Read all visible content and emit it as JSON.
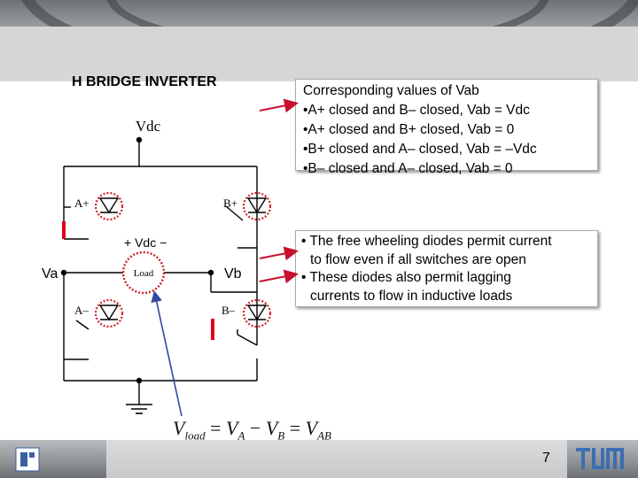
{
  "slide": {
    "title": "H BRIDGE INVERTER",
    "page_number": "7"
  },
  "values_box": {
    "heading": "Corresponding values of Vab",
    "items": [
      "•A+ closed and B– closed, Vab = Vdc",
      "•A+ closed and B+ closed, Vab = 0",
      "•B+ closed and A– closed, Vab = –Vdc",
      "•B– closed and A– closed, Vab = 0"
    ]
  },
  "diodes_box": {
    "lines": [
      "• The free wheeling diodes permit current",
      "to flow even if all switches are open",
      "• These diodes also permit lagging",
      "currents to flow in inductive loads"
    ]
  },
  "circuit": {
    "supply_label": "Vdc",
    "switch_labels": {
      "a_plus": "A+",
      "b_plus": "B+",
      "a_minus": "A–",
      "b_minus": "B–"
    },
    "load_label": "Load",
    "load_polarity": "+ Vdc −",
    "node_a": "Va",
    "node_b": "Vb"
  },
  "equation": {
    "v1": "V",
    "s1": "load",
    "eq": "=",
    "v2": "V",
    "s2": "A",
    "minus": "−",
    "v3": "V",
    "s3": "B",
    "eq2": "=",
    "v4": "V",
    "s4": "AB"
  },
  "colors": {
    "arrow": "#c8102e",
    "red_bar": "#e0001a",
    "pointer_line": "#3347a0",
    "diode_ring": "#d0202a"
  }
}
